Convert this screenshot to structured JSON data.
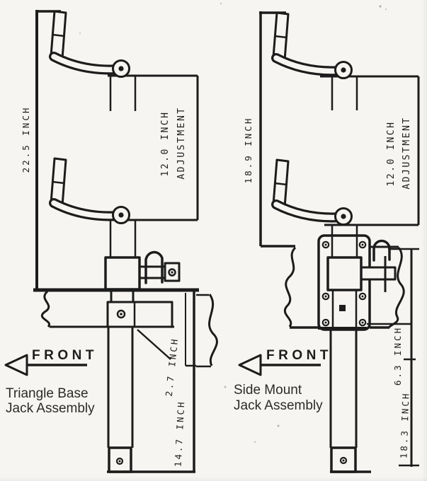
{
  "page": {
    "background_color": "#f6f5f1",
    "line_color": "#1c1c1c"
  },
  "diagrams": [
    {
      "title_line1": "Triangle Base",
      "title_line2": "Jack Assembly",
      "front_label": "FRONT",
      "dimensions": {
        "overall_height": "22.5 INCH",
        "adjustment_line1": "12.0 INCH",
        "adjustment_line2": "ADJUSTMENT",
        "frame_drop": "2.7 INCH",
        "ground_extension": "14.7 INCH"
      }
    },
    {
      "title_line1": "Side Mount",
      "title_line2": "Jack Assembly",
      "front_label": "FRONT",
      "dimensions": {
        "overall_height": "18.9 INCH",
        "adjustment_line1": "12.0 INCH",
        "adjustment_line2": "ADJUSTMENT",
        "frame_drop": "6.3 INCH",
        "ground_extension": "18.3 INCH"
      }
    }
  ]
}
